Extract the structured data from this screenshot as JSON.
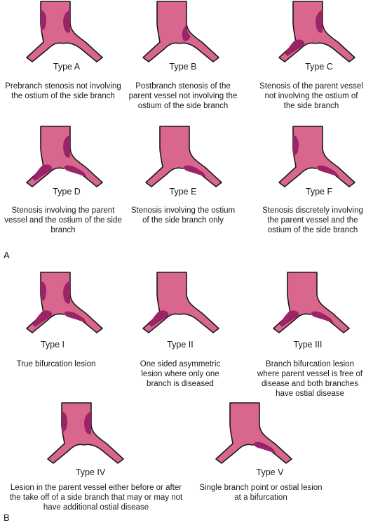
{
  "panel_a": {
    "letter": "A",
    "items": [
      {
        "label": "Type A",
        "description": "Prebranch stenosis not involving the ostium of the side branch",
        "lesions": [
          "parent-top-left",
          "parent-top-right"
        ]
      },
      {
        "label": "Type B",
        "description": "Postbranch stenosis of the parent vessel not involving the ostium of the side branch",
        "lesions": [
          "parent-bottom-right"
        ]
      },
      {
        "label": "Type C",
        "description": "Stenosis of the parent vessel not involving the ostium of the side branch",
        "lesions": [
          "parent-top-right",
          "left-branch"
        ]
      },
      {
        "label": "Type D",
        "description": "Stenosis involving the parent vessel and the ostium of the side branch",
        "lesions": [
          "parent-top-right",
          "left-branch",
          "right-branch"
        ]
      },
      {
        "label": "Type E",
        "description": "Stenosis involving the ostium of the side branch only",
        "lesions": [
          "right-branch"
        ]
      },
      {
        "label": "Type F",
        "description": "Stenosis discretely involving the parent vessel and the ostium of the side branch",
        "lesions": [
          "parent-top-left",
          "right-branch"
        ]
      }
    ]
  },
  "panel_b": {
    "letter": "B",
    "items": [
      {
        "label": "Type I",
        "description": "True bifurcation lesion",
        "lesions": [
          "parent-top-left",
          "parent-top-right",
          "left-branch",
          "right-branch"
        ]
      },
      {
        "label": "Type II",
        "description": "One sided asymmetric lesion where only one branch is diseased",
        "lesions": [
          "left-branch"
        ]
      },
      {
        "label": "Type III",
        "description": "Branch bifurcation lesion where parent vessel is free of disease and both branches have ostial disease",
        "lesions": [
          "left-branch",
          "right-branch"
        ]
      },
      {
        "label": "Type IV",
        "description": "Lesion in the parent vessel either before or after the take off of a side branch that may or may not have additional ostial disease",
        "lesions": [
          "parent-top-left",
          "parent-top-right"
        ]
      },
      {
        "label": "Type V",
        "description": "Single branch point or ostial lesion at a bifurcation",
        "lesions": [
          "right-branch"
        ]
      }
    ]
  },
  "colors": {
    "vessel_fill": "#d9668d",
    "lesion_fill": "#9b2469",
    "outline": "#1a1a1a"
  }
}
